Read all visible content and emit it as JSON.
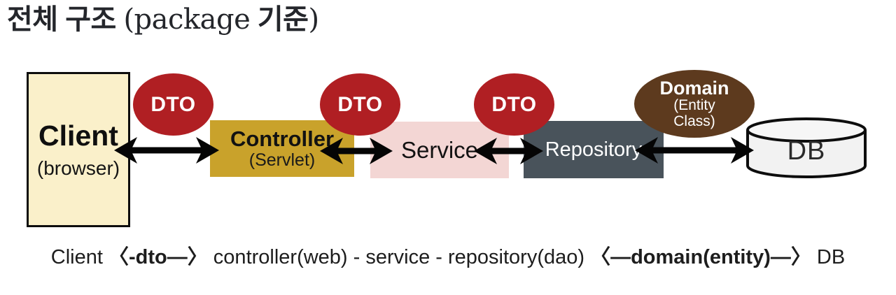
{
  "title": {
    "part1": "전체 구조 ",
    "part2": "(package",
    "part3": " 기준",
    "part4": ")"
  },
  "nodes": {
    "client": {
      "label": "Client",
      "sublabel": "(browser)"
    },
    "controller": {
      "label": "Controller",
      "sublabel": "(Servlet)"
    },
    "service": {
      "label": "Service"
    },
    "repository": {
      "label": "Repository"
    },
    "db": {
      "label": "DB"
    }
  },
  "badges": {
    "dto": {
      "label": "DTO"
    },
    "domain": {
      "label": "Domain",
      "subline1": "(Entity",
      "subline2": "Class)"
    }
  },
  "caption": {
    "seg1": "Client ",
    "bold1": "〈-dto—〉",
    "seg2": " controller(web) - service - repository(dao) ",
    "bold2": "〈—domain(entity)—〉",
    "seg3": " DB"
  },
  "colors": {
    "client_fill": "#FAF0CA",
    "controller_fill": "#C9A22B",
    "service_fill": "#F3D6D4",
    "repository_fill": "#49535B",
    "dto_fill": "#B01F23",
    "domain_fill": "#5D3A1E",
    "db_fill": "#F2F2F2",
    "arrow": "#050505",
    "outline": "#0D0D0D",
    "text_dark": "#1D1D1D"
  }
}
